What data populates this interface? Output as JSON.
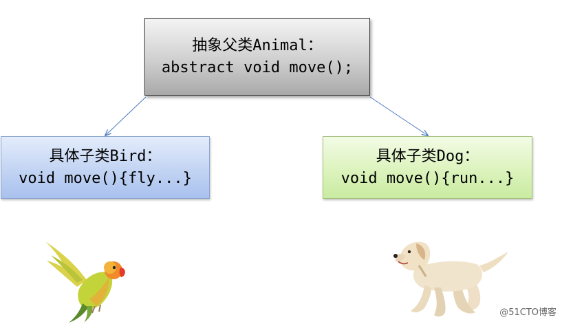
{
  "nodes": {
    "animal": {
      "title": "抽象父类Animal：",
      "code": "abstract void move();"
    },
    "bird": {
      "title": "具体子类Bird：",
      "code": "void move(){fly...}"
    },
    "dog": {
      "title": "具体子类Dog：",
      "code": "void move(){run...}"
    }
  },
  "images": {
    "bird": "bird-illustration",
    "dog": "dog-illustration"
  },
  "watermark": "@51CTO博客",
  "colors": {
    "arrow": "#4a79c0",
    "animal_fill": "#c8c8c8",
    "bird_fill": "#c2d4f3",
    "dog_fill": "#dcf3bd"
  }
}
